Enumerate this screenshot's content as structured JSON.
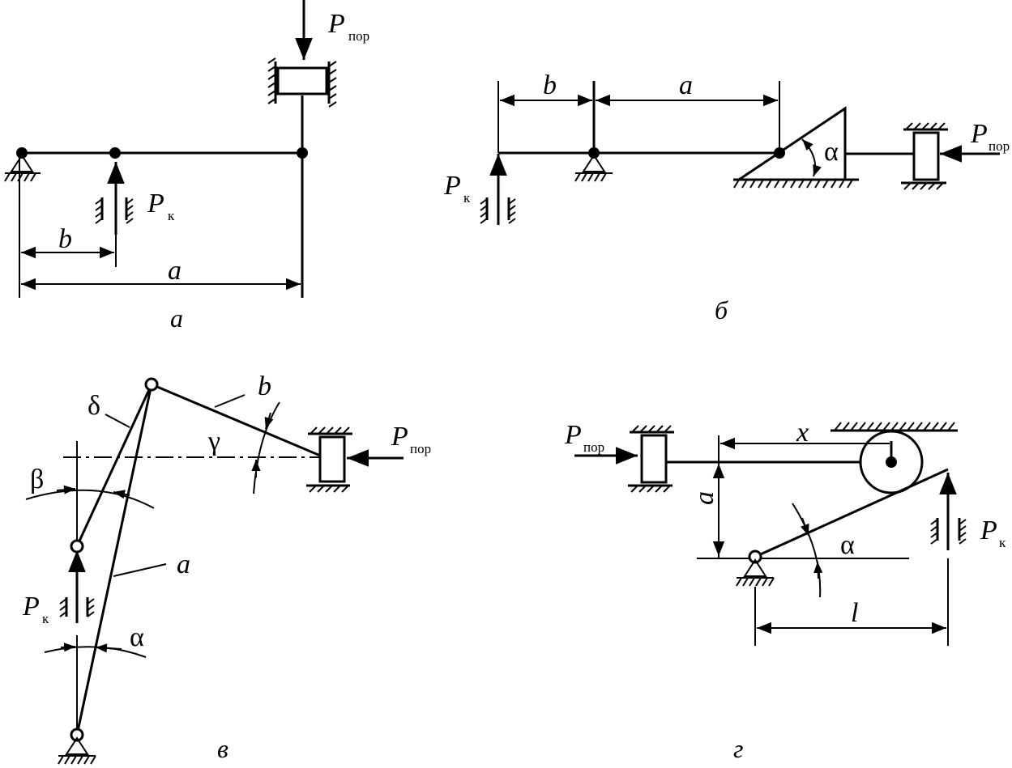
{
  "labels": {
    "p_por": "P",
    "p_k": "P",
    "sub_por": "пор",
    "sub_k": "к",
    "a": "a",
    "b": "b",
    "l": "l",
    "x": "x",
    "alpha": "α",
    "beta": "β",
    "gamma": "γ",
    "delta": "δ"
  },
  "captions": {
    "a": "а",
    "b": "б",
    "v": "в",
    "g": "г"
  }
}
